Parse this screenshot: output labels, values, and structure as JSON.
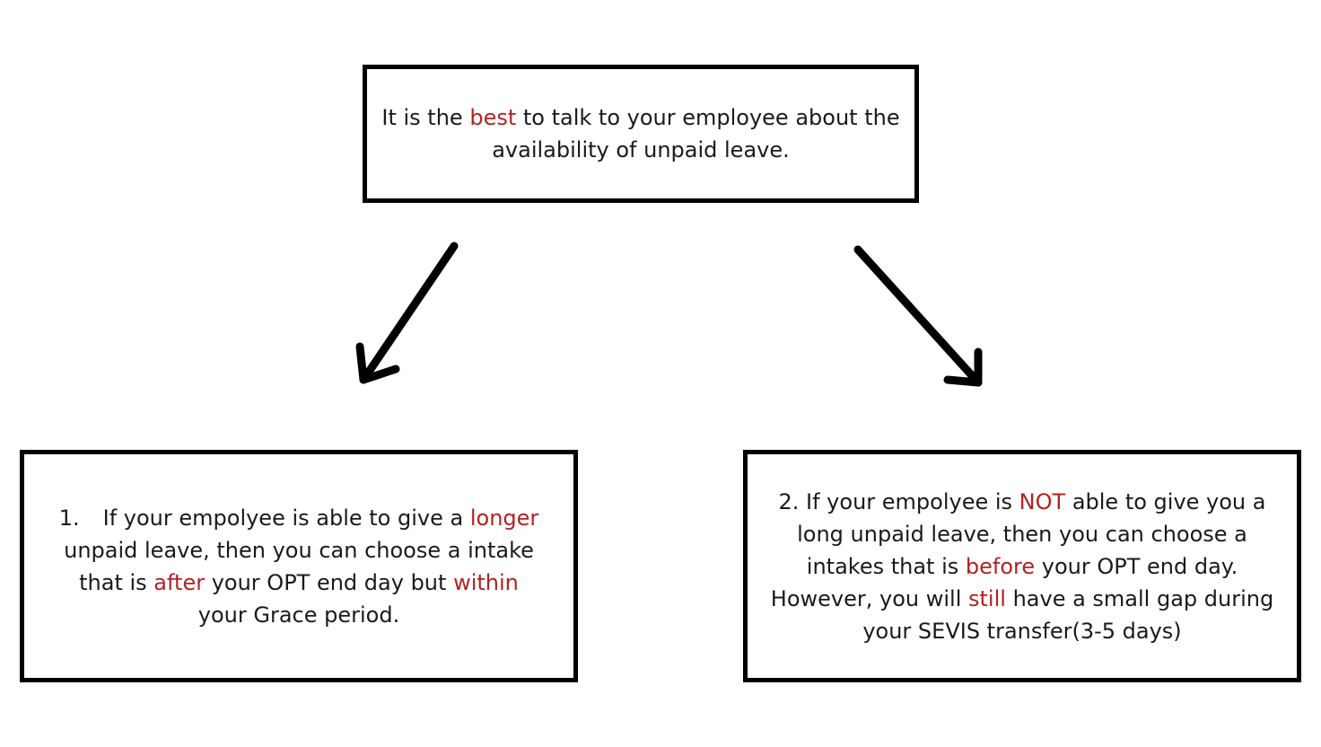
{
  "top_box": {
    "pre": "It is the ",
    "highlight": "best",
    "post_line1": " to talk to your employee about the",
    "line2": "availability of unpaid leave."
  },
  "left_box": {
    "number": "1.",
    "line1_pre": "If your empolyee is able to give a ",
    "line1_highlight": "longer",
    "line2": "unpaid leave, then you can choose a intake",
    "line3_pre": "that is ",
    "line3_highlight1": "after",
    "line3_mid": " your OPT end day but ",
    "line3_highlight2": "within",
    "line4": "your Grace period."
  },
  "right_box": {
    "line1_pre": "2. If your empolyee is ",
    "line1_highlight": "NOT",
    "line1_post": " able to give you a",
    "line2": "long unpaid leave, then you can choose a",
    "line3_pre": "intakes that is ",
    "line3_highlight": "before",
    "line3_post": " your OPT end day.",
    "line4_pre": "However, you will ",
    "line4_highlight": "still",
    "line4_post": " have a small gap during",
    "line5": "your SEVIS transfer(3-5 days)"
  },
  "colors": {
    "highlight": "#b22222",
    "border": "#000000"
  }
}
